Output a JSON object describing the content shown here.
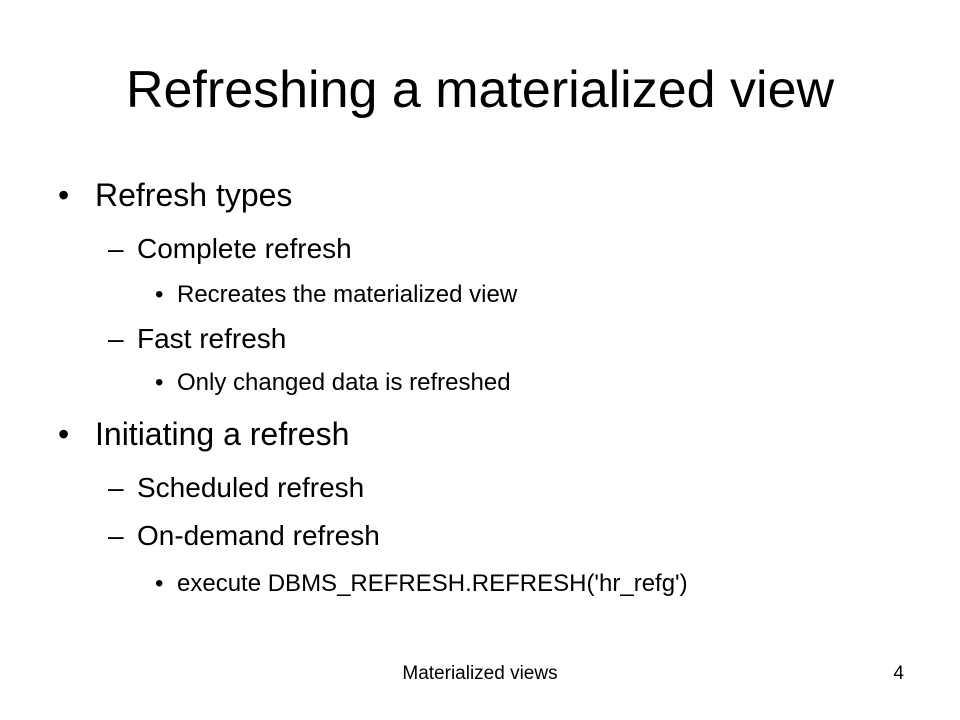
{
  "slide": {
    "title": "Refreshing a materialized view",
    "bullets": [
      {
        "marker": "•",
        "text": "Refresh types"
      },
      {
        "marker": "–",
        "text": "Complete refresh"
      },
      {
        "marker": "•",
        "text": "Recreates the materialized view"
      },
      {
        "marker": "–",
        "text": "Fast refresh"
      },
      {
        "marker": "•",
        "text": "Only changed data is refreshed"
      },
      {
        "marker": "•",
        "text": "Initiating a refresh"
      },
      {
        "marker": "–",
        "text": "Scheduled refresh"
      },
      {
        "marker": "–",
        "text": "On-demand refresh"
      },
      {
        "marker": "•",
        "text": "execute DBMS_REFRESH.REFRESH('hr_refg')"
      }
    ],
    "footer": "Materialized views",
    "page_number": "4"
  }
}
